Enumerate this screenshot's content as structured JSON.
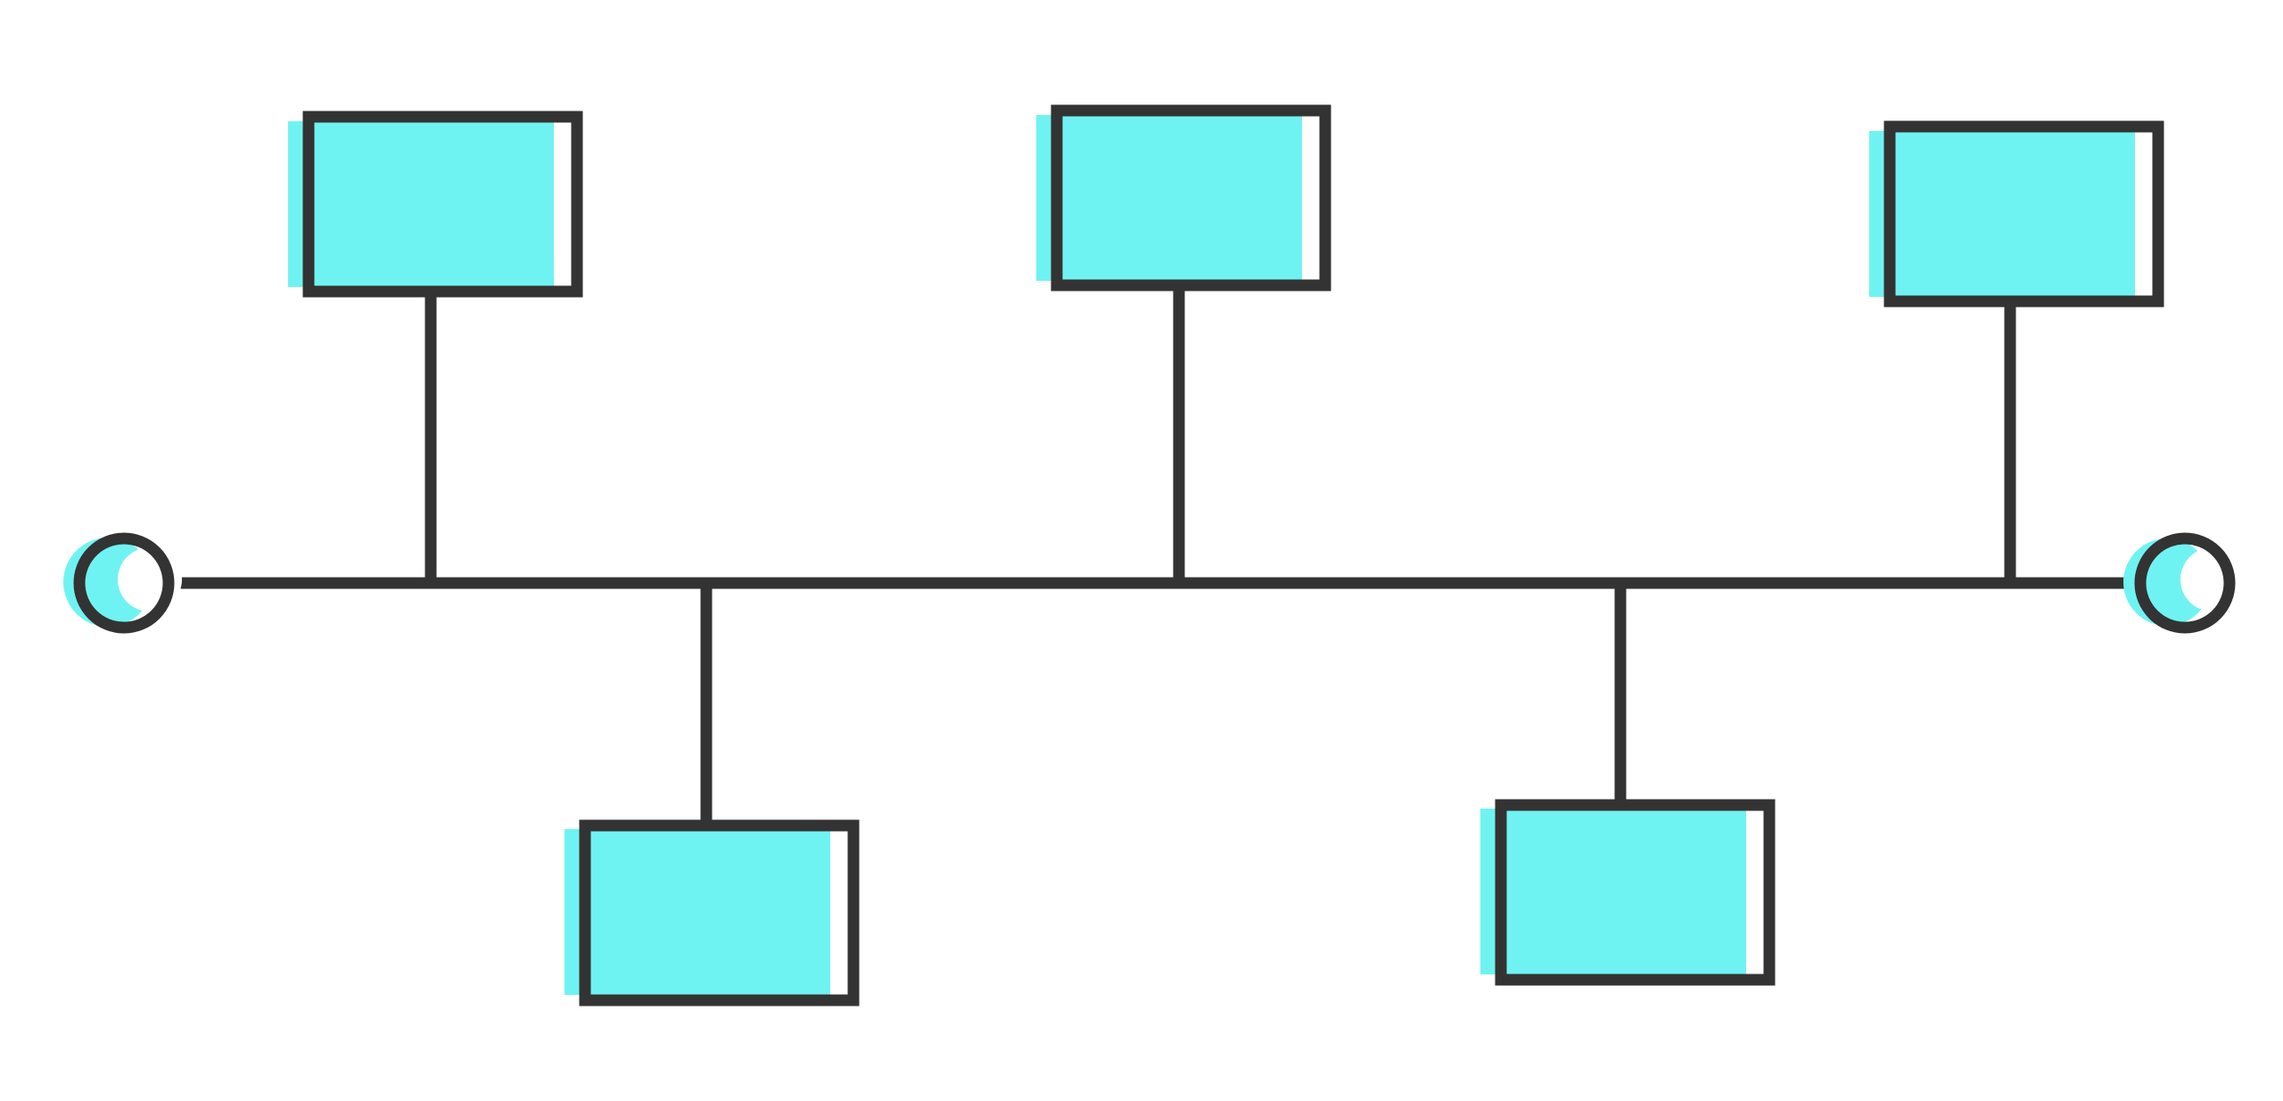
{
  "diagram": {
    "type": "timeline",
    "colors": {
      "background": "#ffffff",
      "stroke": "#333333",
      "fill": "#6ff3f2"
    },
    "endpoints": [
      {
        "id": "start",
        "shape": "circle"
      },
      {
        "id": "end",
        "shape": "circle"
      }
    ],
    "nodes": [
      {
        "id": "node-1",
        "side": "above",
        "label": ""
      },
      {
        "id": "node-2",
        "side": "below",
        "label": ""
      },
      {
        "id": "node-3",
        "side": "above",
        "label": ""
      },
      {
        "id": "node-4",
        "side": "below",
        "label": ""
      },
      {
        "id": "node-5",
        "side": "above",
        "label": ""
      }
    ]
  }
}
